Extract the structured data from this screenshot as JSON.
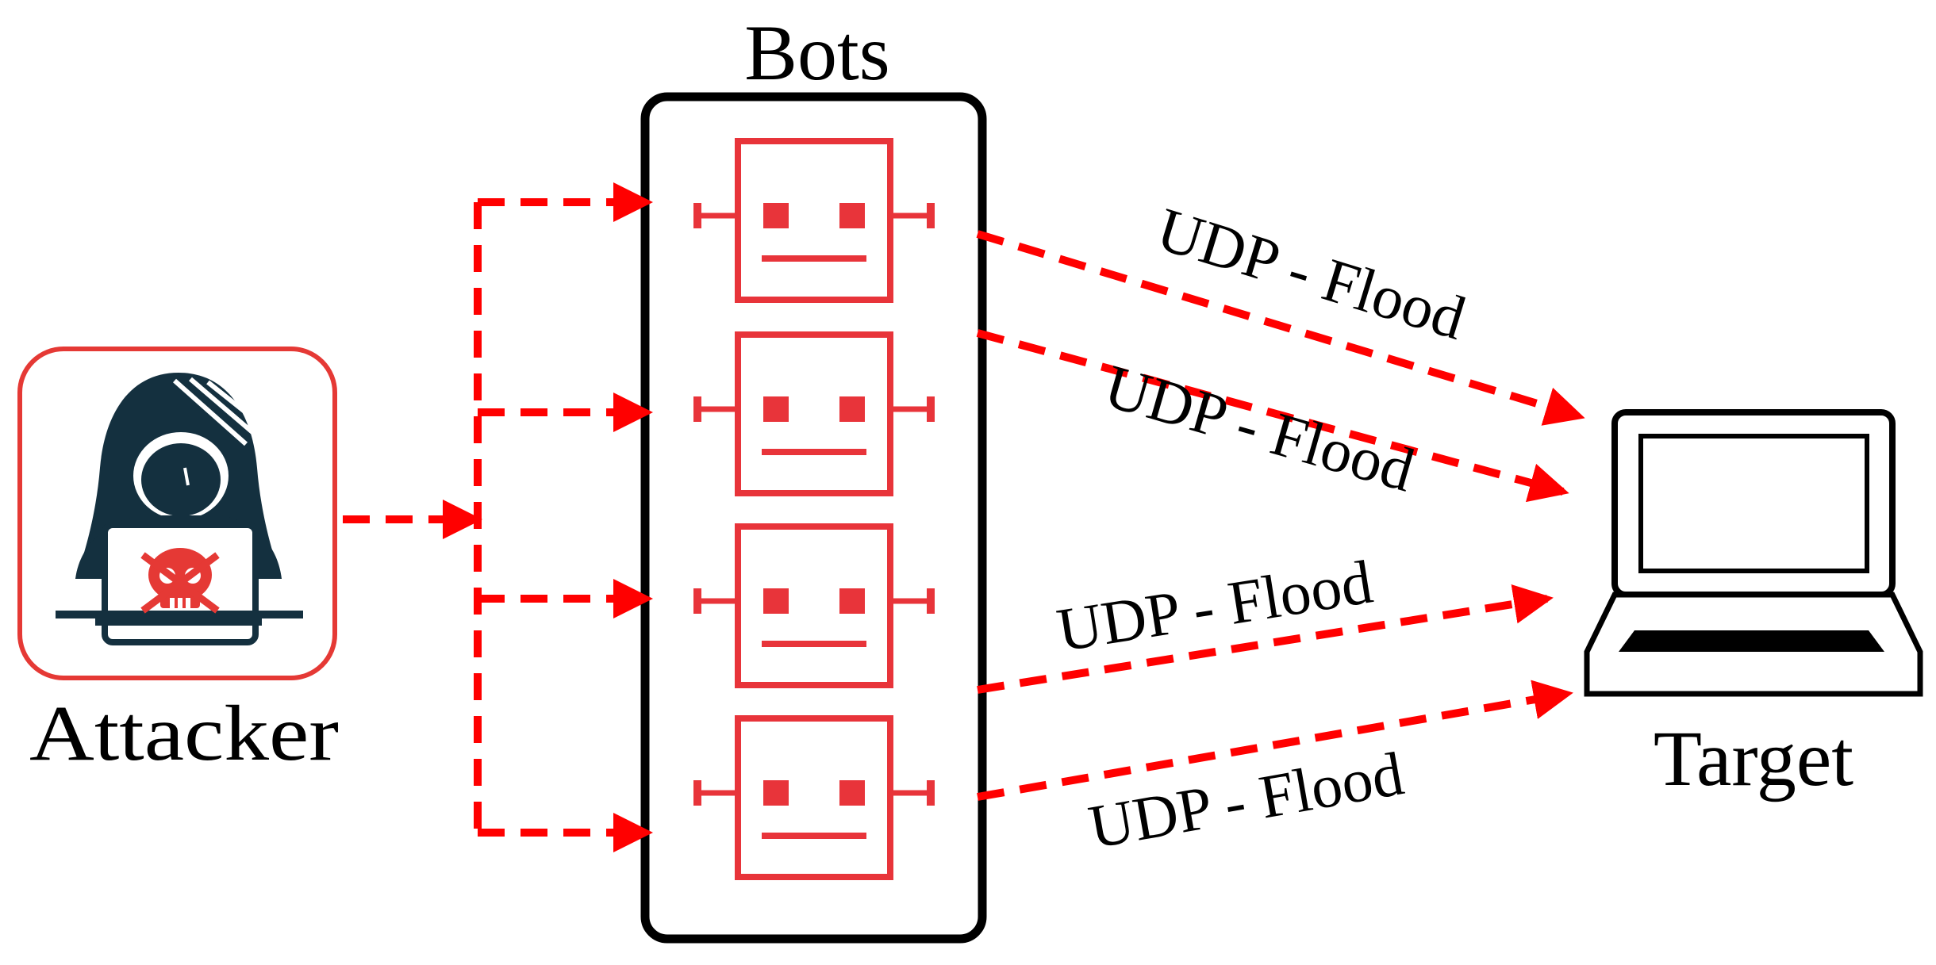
{
  "title": "Bots",
  "nodes": {
    "attacker": {
      "label": "Attacker",
      "icon": "hooded-hacker-with-skull-laptop-icon"
    },
    "bots": {
      "count": 4,
      "icon": "robot-face-icon"
    },
    "target": {
      "label": "Target",
      "icon": "laptop-icon"
    }
  },
  "flows": [
    {
      "label": "UDP - Flood"
    },
    {
      "label": "UDP - Flood"
    },
    {
      "label": "UDP - Flood"
    },
    {
      "label": "UDP - Flood"
    }
  ],
  "colors": {
    "accent": "#ff0000",
    "bot_icon": "#e8343a",
    "attacker_frame": "#e53935",
    "hacker_dark": "#14303f",
    "skull": "#e53935",
    "outline": "#000000",
    "background": "#ffffff"
  }
}
